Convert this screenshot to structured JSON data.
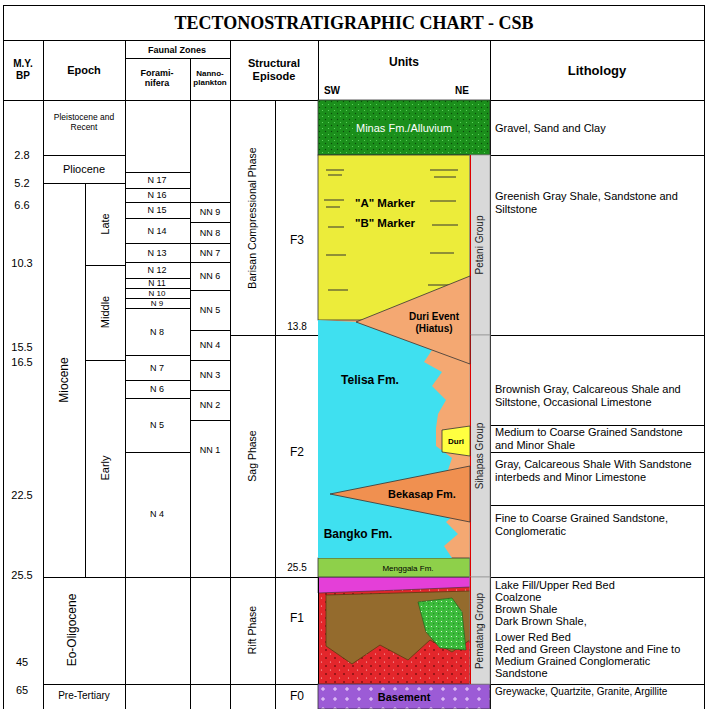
{
  "diagram": {
    "title": "TECTONOSTRATIGRAPHIC CHART - CSB",
    "nodes": [
      {
        "text": [
          "Minas Fm./Alluvium"
        ]
      },
      {
        "text": [
          "\"A\" Marker",
          "\"B\" Marker"
        ]
      },
      {
        "text": [
          "Petani Group"
        ]
      },
      {
        "text": [
          "Duri Event (Hiatus)"
        ]
      },
      {
        "text": [
          "Telisa Fm."
        ]
      },
      {
        "text": [
          "Sihapas Group"
        ]
      },
      {
        "text": [
          "Duri"
        ]
      },
      {
        "text": [
          "Bekasap Fm."
        ]
      },
      {
        "text": [
          "Bangko Fm."
        ]
      },
      {
        "text": [
          "Menggala Fm."
        ]
      },
      {
        "text": [
          "Pematang Group"
        ]
      },
      {
        "text": [
          "Basement"
        ]
      }
    ],
    "labels": [
      "M.Y. BP",
      "Epoch",
      "Faunal Zones",
      "Forami- nifera",
      "Nanno- plankton",
      "Structural Episode",
      "Units",
      "SW",
      "NE",
      "Lithology",
      "2.8",
      "5.2",
      "6.6",
      "10.3",
      "15.5",
      "16.5",
      "22.5",
      "25.5",
      "45",
      "65",
      "Pleistocene and Recent",
      "Pliocene",
      "Miocene",
      "Late",
      "Middle",
      "Early",
      "Eo-Oligocene",
      "Pre-Tertiary",
      "N 17",
      "N 16",
      "N 15",
      "N 14",
      "N 13",
      "N 12",
      "N 11",
      "N 10",
      "N 9",
      "N 8",
      "N 7",
      "N 6",
      "N 5",
      "N 4",
      "NN 9",
      "NN 8",
      "NN 7",
      "NN 6",
      "NN 5",
      "NN 4",
      "NN 3",
      "NN 2",
      "NN 1",
      "Barisan Compressional Phase",
      "F3",
      "13.8",
      "Sag Phase",
      "F2",
      "25.5",
      "Rift Phase",
      "F1",
      "F0",
      "Gravel, Sand and Clay",
      "Greenish Gray Shale, Sandstone and Siltstone",
      "Brownish Gray, Calcareous Shale and Siltstone, Occasional Limestone",
      "Medium to Coarse Grained Sandstone and Minor Shale",
      "Gray, Calcareous Shale With Sandstone interbeds and Minor Limestone",
      "Fine to Coarse Grained Sandstone, Conglomeratic",
      "Lake Fill/Upper Red Bed",
      "Coalzone",
      "Brown Shale",
      "Dark Brown Shale,",
      "Lower Red Bed",
      "Red and Green Claystone and Fine to Medium Grained Conglomeratic Sandstone",
      "Greywacke, Quartzite, Granite, Argillite"
    ]
  }
}
